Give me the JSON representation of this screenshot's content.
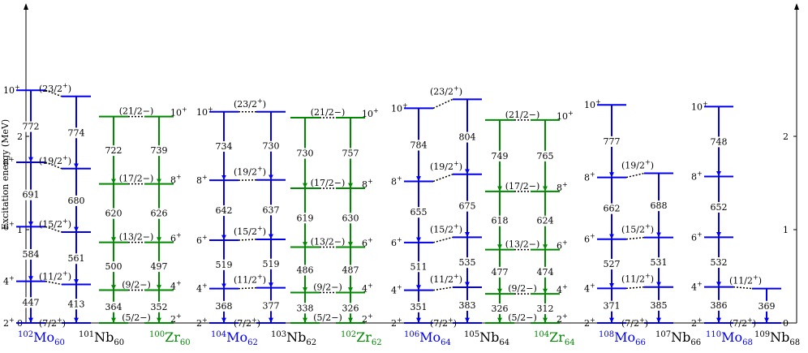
{
  "axes": {
    "ylabel": "Excitation energy (MeV)",
    "left_ticks": [
      "0",
      "1",
      "2"
    ],
    "right_ticks": [
      "0",
      "1",
      "2"
    ]
  },
  "colors": {
    "mo": "#0000ee",
    "zr": "#008800",
    "nb": "#000000"
  },
  "groups": [
    {
      "mo": {
        "mass": "102",
        "el": "Mo",
        "n": "60"
      },
      "nb": {
        "mass": "101",
        "el": "Nb",
        "n": "60"
      },
      "zr": {
        "mass": "100",
        "el": "Zr",
        "n": "60"
      },
      "mo_levels": [
        {
          "spin": "2",
          "E": 0.0
        },
        {
          "spin": "4",
          "E": 0.447,
          "g": "447"
        },
        {
          "spin": "6",
          "E": 1.031,
          "g": "584"
        },
        {
          "spin": "8",
          "E": 1.722,
          "g": "691"
        },
        {
          "spin": "10",
          "E": 2.494,
          "g": "772"
        }
      ],
      "nb_levels": [
        {
          "spin": "(7/2",
          "E": 0.0
        },
        {
          "spin": "(11/2",
          "E": 0.413,
          "g": "413"
        },
        {
          "spin": "(15/2",
          "E": 0.974,
          "g": "561"
        },
        {
          "spin": "(19/2",
          "E": 1.654,
          "g": "680"
        },
        {
          "spin": "(23/2",
          "E": 2.428,
          "g": "774"
        }
      ],
      "zr_levels": [
        {
          "left": "(5/2−)",
          "right": "2",
          "E": 0.0
        },
        {
          "left": "(9/2−)",
          "right": "4",
          "E": 0.352,
          "gl": "364",
          "gr": "352"
        },
        {
          "left": "(13/2−)",
          "right": "6",
          "E": 0.864,
          "gl": "500",
          "gr": "497"
        },
        {
          "left": "(17/2−)",
          "right": "8",
          "E": 1.49,
          "gl": "620",
          "gr": "626"
        },
        {
          "left": "(21/2−)",
          "right": "10",
          "E": 2.212,
          "gl": "722",
          "gr": "739"
        }
      ]
    },
    {
      "mo": {
        "mass": "104",
        "el": "Mo",
        "n": "62"
      },
      "nb": {
        "mass": "103",
        "el": "Nb",
        "n": "62"
      },
      "zr": {
        "mass": "102",
        "el": "Zr",
        "n": "62"
      },
      "mo_levels": [
        {
          "spin": "2",
          "E": 0.0
        },
        {
          "spin": "4",
          "E": 0.368,
          "g": "368"
        },
        {
          "spin": "6",
          "E": 0.887,
          "g": "519"
        },
        {
          "spin": "8",
          "E": 1.529,
          "g": "642"
        },
        {
          "spin": "10",
          "E": 2.263,
          "g": "734"
        }
      ],
      "nb_levels": [
        {
          "spin": "(7/2",
          "E": 0.0
        },
        {
          "spin": "(11/2",
          "E": 0.377,
          "g": "377"
        },
        {
          "spin": "(15/2",
          "E": 0.896,
          "g": "519"
        },
        {
          "spin": "(19/2",
          "E": 1.533,
          "g": "637"
        },
        {
          "spin": "(23/2",
          "E": 2.263,
          "g": "730"
        }
      ],
      "zr_levels": [
        {
          "left": "(5/2−)",
          "right": "2",
          "E": 0.0
        },
        {
          "left": "(9/2−)",
          "right": "4",
          "E": 0.326,
          "gl": "338",
          "gr": "326"
        },
        {
          "left": "(13/2−)",
          "right": "6",
          "E": 0.813,
          "gl": "486",
          "gr": "487"
        },
        {
          "left": "(17/2−)",
          "right": "8",
          "E": 1.443,
          "gl": "619",
          "gr": "630"
        },
        {
          "left": "(21/2−)",
          "right": "10",
          "E": 2.2,
          "gl": "730",
          "gr": "757"
        }
      ]
    },
    {
      "mo": {
        "mass": "106",
        "el": "Mo",
        "n": "64"
      },
      "nb": {
        "mass": "105",
        "el": "Nb",
        "n": "64"
      },
      "zr": {
        "mass": "104",
        "el": "Zr",
        "n": "64"
      },
      "mo_levels": [
        {
          "spin": "2",
          "E": 0.0
        },
        {
          "spin": "4",
          "E": 0.351,
          "g": "351"
        },
        {
          "spin": "6",
          "E": 0.862,
          "g": "511"
        },
        {
          "spin": "8",
          "E": 1.517,
          "g": "655"
        },
        {
          "spin": "10",
          "E": 2.301,
          "g": "784"
        }
      ],
      "nb_levels": [
        {
          "spin": "(7/2",
          "E": 0.0
        },
        {
          "spin": "(11/2",
          "E": 0.383,
          "g": "383"
        },
        {
          "spin": "(15/2",
          "E": 0.918,
          "g": "535"
        },
        {
          "spin": "(19/2",
          "E": 1.593,
          "g": "675"
        },
        {
          "spin": "(23/2",
          "E": 2.397,
          "g": "804"
        }
      ],
      "zr_levels": [
        {
          "left": "(5/2−)",
          "right": "2",
          "E": 0.0
        },
        {
          "left": "(9/2−)",
          "right": "4",
          "E": 0.312,
          "gl": "326",
          "gr": "312"
        },
        {
          "left": "(13/2−)",
          "right": "6",
          "E": 0.786,
          "gl": "477",
          "gr": "474"
        },
        {
          "left": "(17/2−)",
          "right": "8",
          "E": 1.41,
          "gl": "618",
          "gr": "624"
        },
        {
          "left": "(21/2−)",
          "right": "10",
          "E": 2.175,
          "gl": "749",
          "gr": "765"
        }
      ]
    },
    {
      "mo": {
        "mass": "108",
        "el": "Mo",
        "n": "66"
      },
      "nb": {
        "mass": "107",
        "el": "Nb",
        "n": "66"
      },
      "mo_levels": [
        {
          "spin": "2",
          "E": 0.0
        },
        {
          "spin": "4",
          "E": 0.371,
          "g": "371"
        },
        {
          "spin": "6",
          "E": 0.898,
          "g": "527"
        },
        {
          "spin": "8",
          "E": 1.56,
          "g": "662"
        },
        {
          "spin": "10",
          "E": 2.337,
          "g": "777"
        }
      ],
      "nb_levels": [
        {
          "spin": "(7/2",
          "E": 0.0
        },
        {
          "spin": "(11/2",
          "E": 0.385,
          "g": "385"
        },
        {
          "spin": "(15/2",
          "E": 0.916,
          "g": "531"
        },
        {
          "spin": "(19/2",
          "E": 1.604,
          "g": "688"
        }
      ]
    },
    {
      "mo": {
        "mass": "110",
        "el": "Mo",
        "n": "68"
      },
      "nb": {
        "mass": "109",
        "el": "Nb",
        "n": "68"
      },
      "mo_levels": [
        {
          "spin": "2",
          "E": 0.0
        },
        {
          "spin": "4",
          "E": 0.386,
          "g": "386"
        },
        {
          "spin": "6",
          "E": 0.918,
          "g": "532"
        },
        {
          "spin": "8",
          "E": 1.57,
          "g": "652"
        },
        {
          "spin": "10",
          "E": 2.318,
          "g": "748"
        }
      ],
      "nb_levels": [
        {
          "spin": "(7/2",
          "E": 0.0
        },
        {
          "spin": "(11/2",
          "E": 0.369,
          "g": "369"
        }
      ]
    }
  ]
}
